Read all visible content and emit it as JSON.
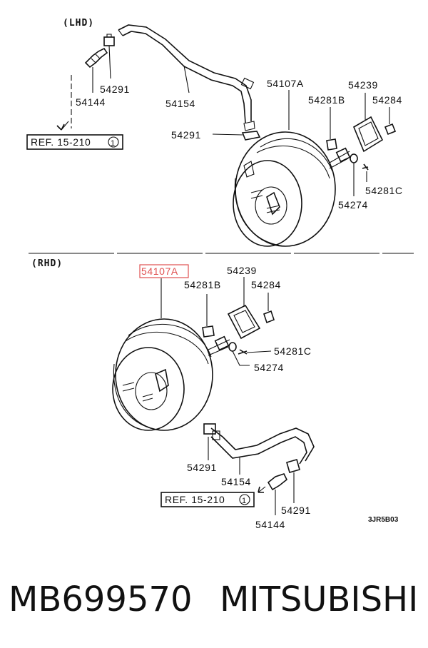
{
  "diagram": {
    "lhd": {
      "header": "(LHD)",
      "ref": "REF. 15-210",
      "ref_num": "1",
      "labels": {
        "p54291a": "54291",
        "p54144": "54144",
        "p54154": "54154",
        "p54291b": "54291",
        "p54107a": "54107A",
        "p54281b": "54281B",
        "p54239": "54239",
        "p54284": "54284",
        "p54281c": "54281C",
        "p54274": "54274"
      }
    },
    "rhd": {
      "header": "(RHD)",
      "ref": "REF. 15-210",
      "ref_num": "1",
      "labels": {
        "p54107a": "54107A",
        "p54239": "54239",
        "p54281b": "54281B",
        "p54284": "54284",
        "p54281c": "54281C",
        "p54274": "54274",
        "p54291a": "54291",
        "p54154": "54154",
        "p54291b": "54291",
        "p54144": "54144"
      }
    },
    "drawing_code": "3JR5B03",
    "highlight_color": "#e05050"
  },
  "footer": {
    "part_number": "MB699570",
    "brand": "MITSUBISHI"
  }
}
